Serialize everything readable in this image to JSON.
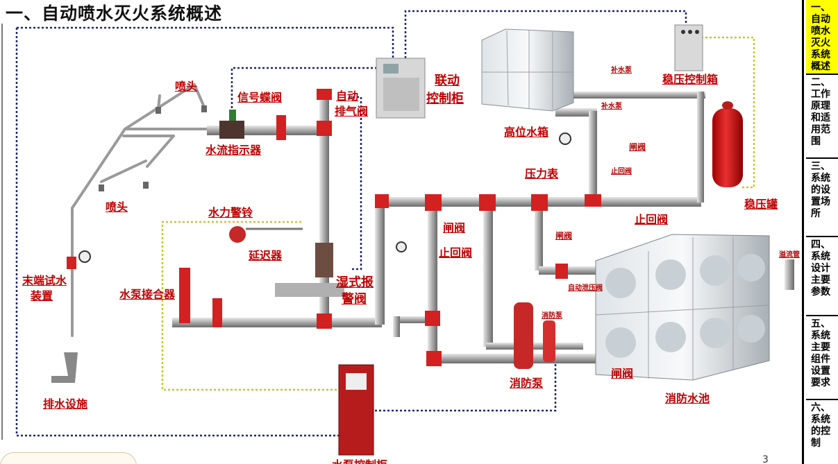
{
  "title": "一、自动喷水灭火系统概述",
  "page_number": "3",
  "labels": {
    "sprinkler_head_top": "喷头",
    "sprinkler_head_bottom": "喷头",
    "signal_butterfly_valve": "信号蝶阀",
    "water_flow_indicator": "水流指示器",
    "auto_exhaust_valve_1": "自动",
    "auto_exhaust_valve_2": "排气阀",
    "linkage_cabinet_1": "联动",
    "linkage_cabinet_2": "控制柜",
    "high_tank": "高位水箱",
    "stabilizer_cabinet": "稳压控制箱",
    "pressure_gauge": "压力表",
    "gate_valve_upper": "闸阀",
    "check_valve_upper": "止回阀",
    "stabilizer_tank": "稳压罐",
    "check_valve_mid": "止回阀",
    "water_alarm_bell": "水力警铃",
    "delay_device": "延迟器",
    "wet_alarm_valve_1": "湿式报",
    "wet_alarm_valve_2": "警阀",
    "gate_valve_left": "闸阀",
    "check_valve_left": "止回阀",
    "gate_valve_right": "闸阀",
    "auto_pressure_valve": "自动泄压阀",
    "overflow_pipe": "溢流管",
    "end_test_device_1": "末端试水",
    "end_test_device_2": "装置",
    "pump_adapter": "水泵接合器",
    "fire_pump": "消防泵",
    "fire_pump_small": "消防泵",
    "gate_valve_bottom": "闸阀",
    "fire_pool": "消防水池",
    "drainage": "排水设施",
    "makeup_pump_1": "补水泵",
    "makeup_pump_2": "补水泵",
    "gate_valve_small": "闸阀",
    "check_valve_small": "止回阀",
    "pump_cabinet": "水泵控制柜"
  },
  "nav": {
    "items": [
      {
        "label": "一、自动喷水灭火系统概述",
        "active": true
      },
      {
        "label": "二、工作原理和适用范围",
        "active": false
      },
      {
        "label": "三、系统的设置场所",
        "active": false
      },
      {
        "label": "四、系统设计主要参数",
        "active": false
      },
      {
        "label": "五、系统主要组件设置要求",
        "active": false
      },
      {
        "label": "六、系统的控制",
        "active": false
      }
    ]
  },
  "colors": {
    "pipe": "#9a9a9a",
    "pipe_dark": "#555555",
    "fitting_red": "#d32020",
    "label_red": "#c00000",
    "signal_line": "#1a237e",
    "power_line": "#cccc33",
    "nav_active": "#ffff00"
  }
}
